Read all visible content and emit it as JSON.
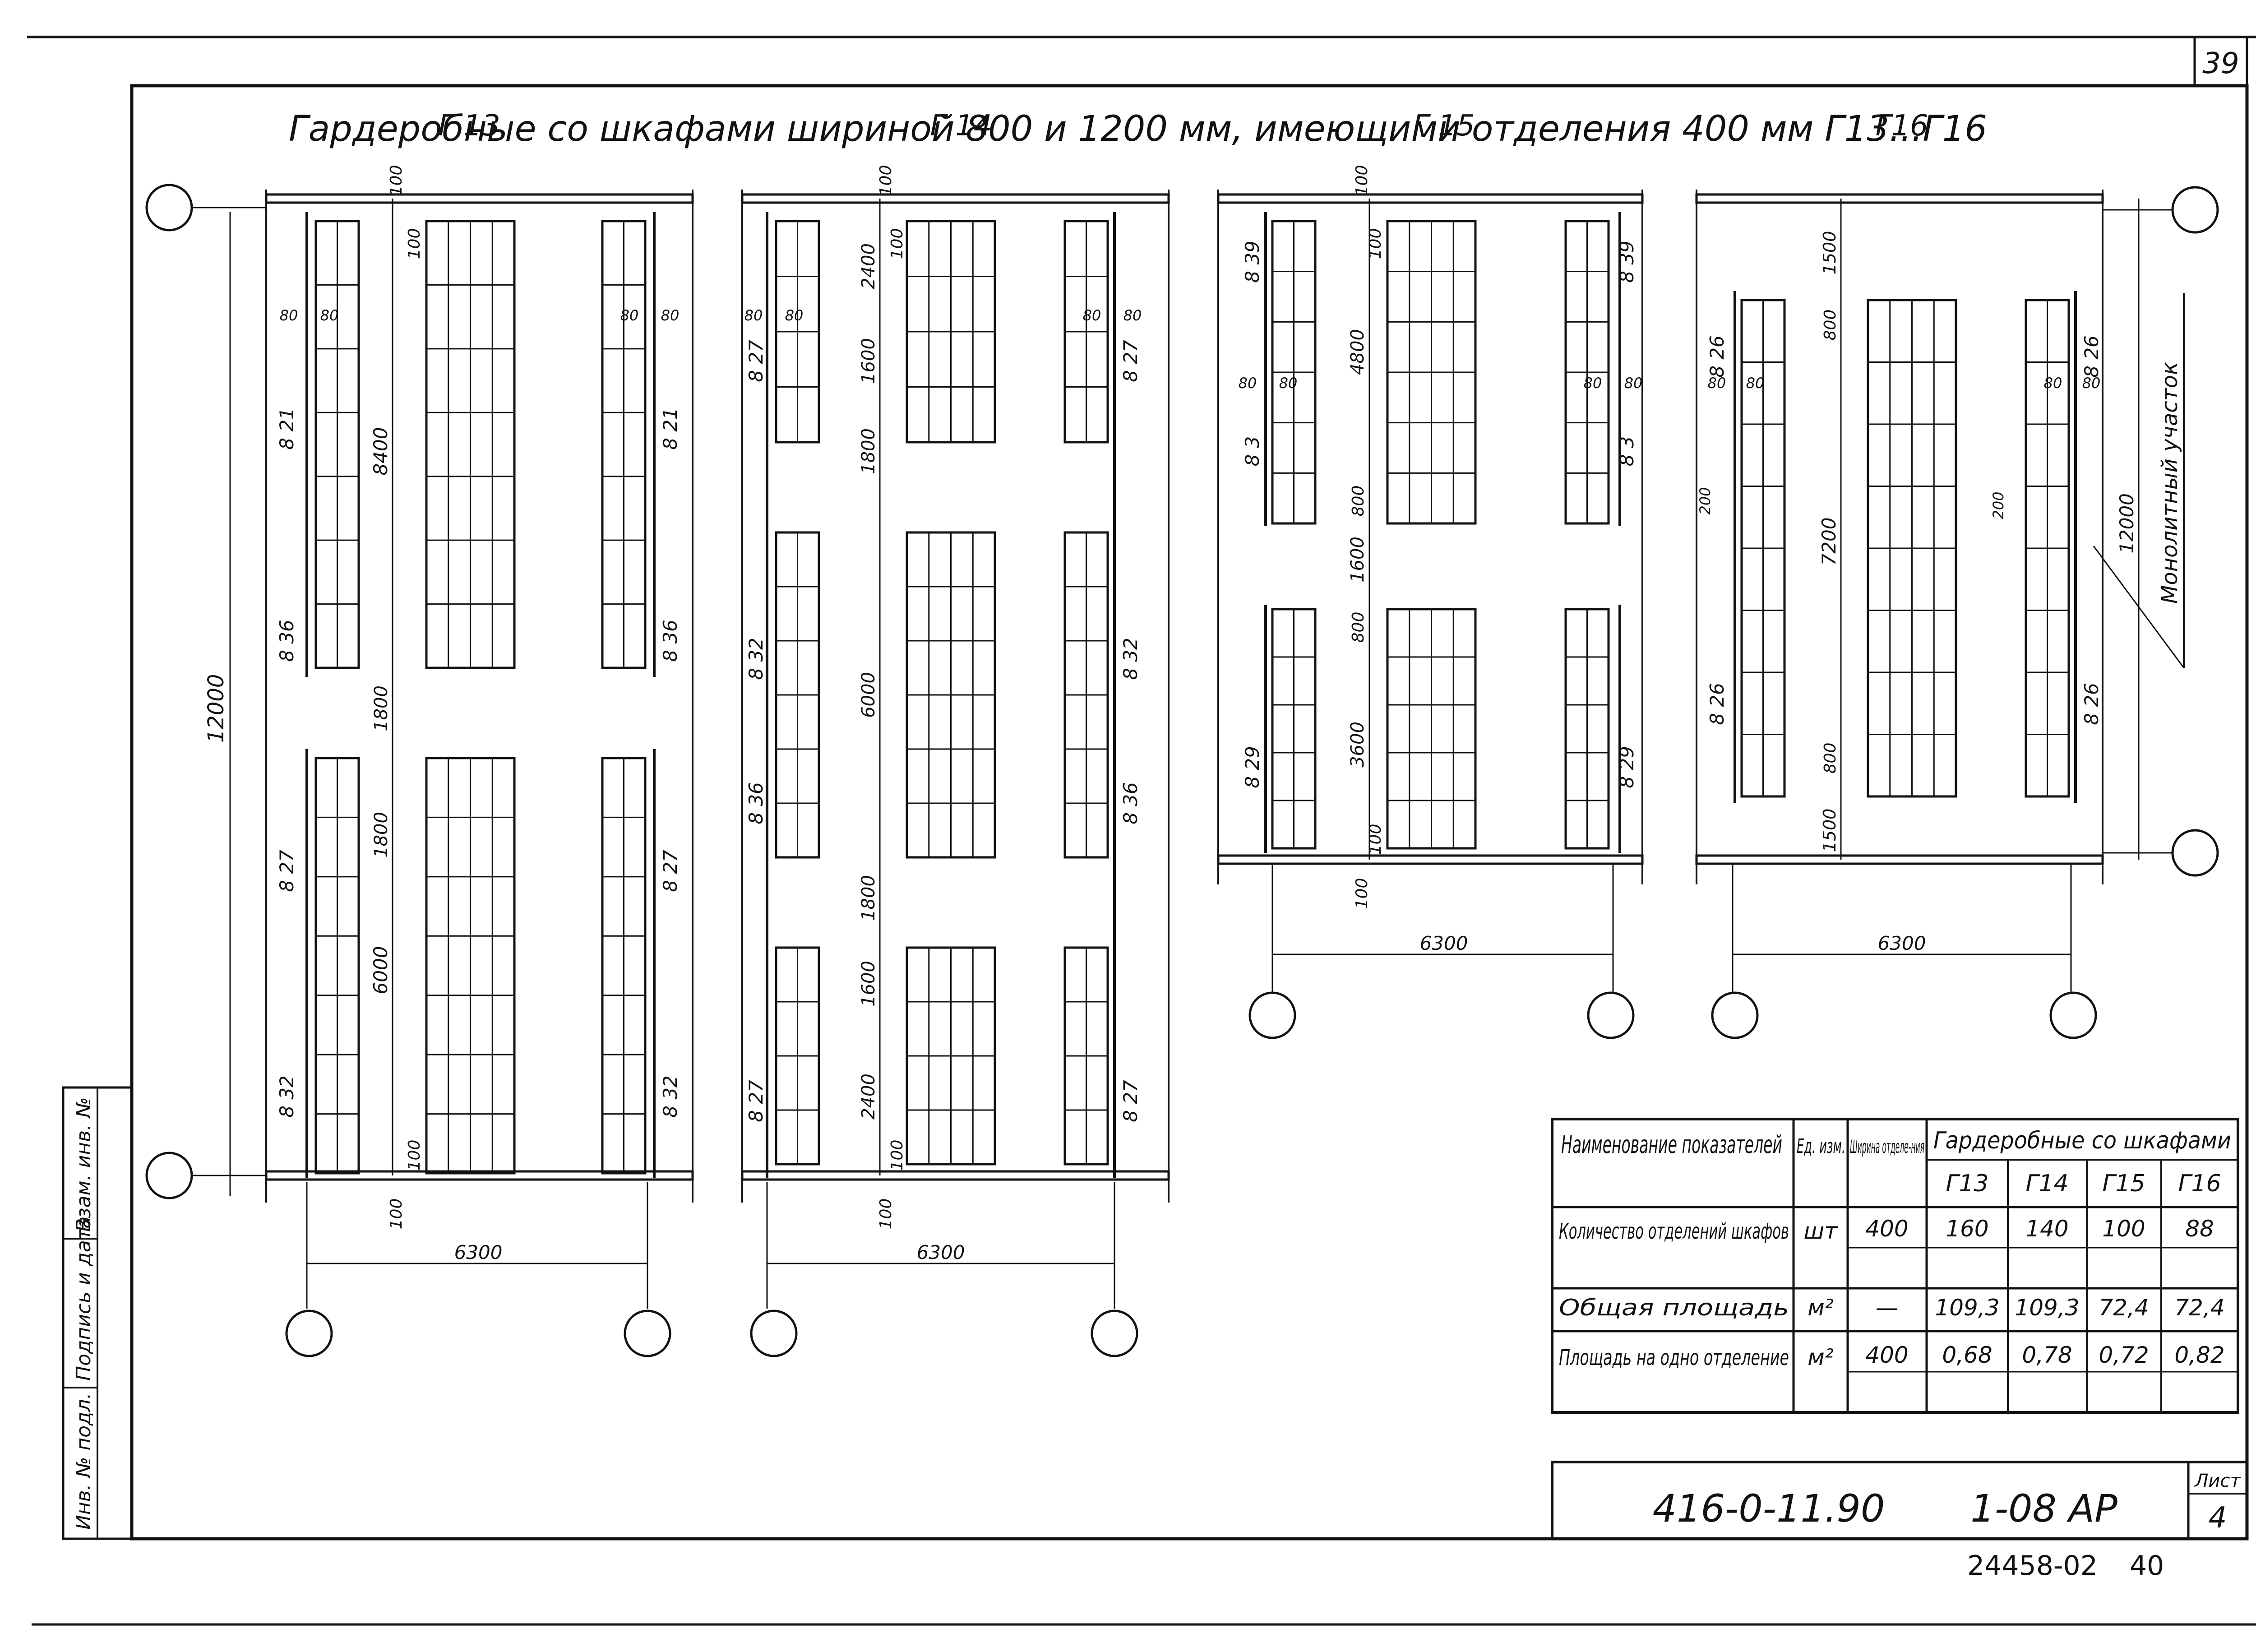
{
  "sheet_number": "39",
  "title": "Гардеробные со шкафами шириной 800 и 1200 мм, имеющими отделения 400 мм Г13...Г16",
  "plans": [
    {
      "code": "Г 13",
      "overall": "12000",
      "grid_width": "6300",
      "v_left": [
        "8 21",
        "8 36",
        "8 27",
        "8 32"
      ],
      "v_right": [
        "8 21",
        "8 36",
        "8 27",
        "8 32"
      ],
      "dims": [
        "100",
        "100",
        "8400",
        "1800",
        "1800",
        "6000",
        "100",
        "100"
      ],
      "aisles": [
        "80",
        "80",
        "80",
        "80"
      ]
    },
    {
      "code": "Г 14",
      "grid_width": "6300",
      "v_left": [
        "8 27",
        "8 32",
        "8 36",
        "8 27"
      ],
      "v_right": [
        "8 27",
        "8 32",
        "8 36",
        "8 27"
      ],
      "dims": [
        "100",
        "100",
        "2400",
        "1600",
        "1800",
        "6000",
        "1800",
        "1600",
        "2400",
        "100",
        "100"
      ],
      "aisles": [
        "80",
        "80",
        "80",
        "80"
      ]
    },
    {
      "code": "Г 15",
      "grid_width": "6300",
      "v_left": [
        "8 39",
        "8 3",
        "8 29"
      ],
      "v_right": [
        "8 39",
        "8 3",
        "8 29"
      ],
      "dims": [
        "100",
        "100",
        "4800",
        "800",
        "1600",
        "800",
        "3600",
        "100",
        "100"
      ],
      "aisles": [
        "80",
        "80",
        "80",
        "80"
      ]
    },
    {
      "code": "Г16",
      "overall": "12000",
      "grid_width": "6300",
      "v_left": [
        "8 26",
        "8 26"
      ],
      "v_right": [
        "8 26",
        "8 26"
      ],
      "dims": [
        "1500",
        "800",
        "7200",
        "800",
        "1500"
      ],
      "aisles": [
        "80",
        "80",
        "80",
        "80",
        "200",
        "200"
      ],
      "note": "Монолитный участок"
    }
  ],
  "table": {
    "head_name": "Наименование показателей",
    "head_unit": "Ед. изм.",
    "head_width": "Ширина отделе-ния",
    "head_group": "Гардеробные со шкафами",
    "head_cols": [
      "Г13",
      "Г14",
      "Г15",
      "Г16"
    ],
    "rows": [
      {
        "name": "Количество отделений шкафов",
        "unit": "шт",
        "width": "400",
        "values": [
          "160",
          "140",
          "100",
          "88"
        ]
      },
      {
        "name": "Общая площадь",
        "unit": "м²",
        "width": "—",
        "values": [
          "109,3",
          "109,3",
          "72,4",
          "72,4"
        ]
      },
      {
        "name": "Площадь на одно отделение",
        "unit": "м²",
        "width": "400",
        "values": [
          "0,68",
          "0,78",
          "0,72",
          "0,82"
        ]
      }
    ]
  },
  "stamp": {
    "designation": "416-0-11.90",
    "section": "1-08 АР",
    "sheet_label": "Лист",
    "sheet": "4"
  },
  "left_margin_labels": [
    "Инв. № подл.",
    "Подпись и дата",
    "Взам. инв. №"
  ],
  "footer_code": "24458-02",
  "footer_page": "40"
}
